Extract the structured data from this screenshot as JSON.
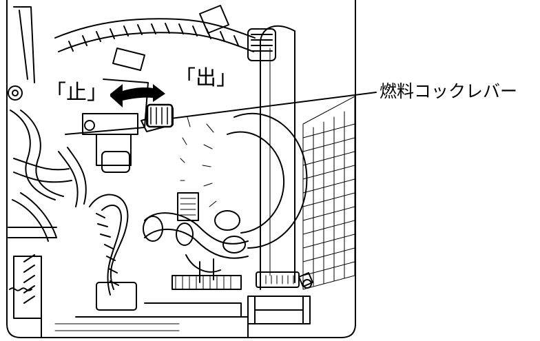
{
  "labels": {
    "stop": "「止」",
    "out": "「出」",
    "fuel_cock_lever": "燃料コックレバー"
  },
  "colors": {
    "ink": "#000000",
    "paper": "#ffffff"
  }
}
